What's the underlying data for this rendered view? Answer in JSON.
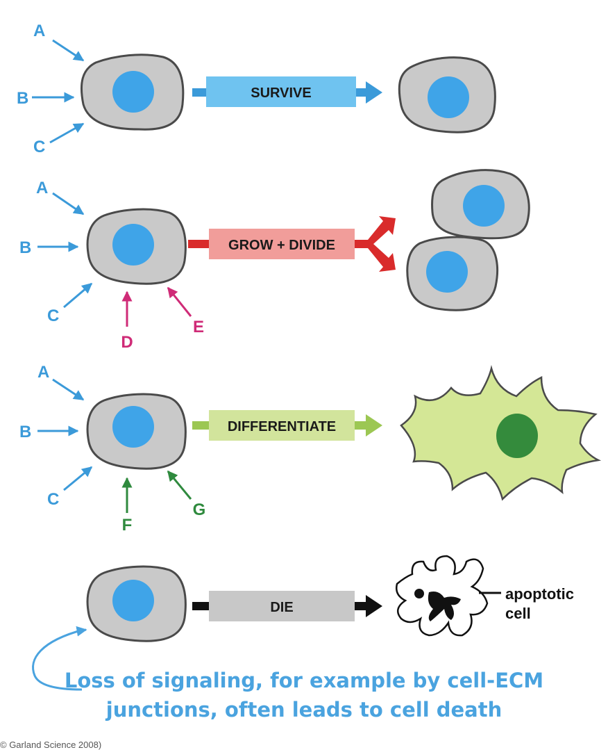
{
  "colors": {
    "signal_blue": "#3b9ad9",
    "signal_magenta": "#cf2b77",
    "signal_green": "#2f8a3e",
    "cell_fill": "#c9c9c9",
    "cell_stroke": "#4a4a4a",
    "nucleus": "#3fa4e8",
    "survive_box": "#6fc3f0",
    "grow_box": "#f19d9a",
    "grow_arrow": "#d92b2b",
    "diff_box": "#d2e49c",
    "diff_arrow": "#9cc753",
    "diff_cell": "#d4e796",
    "diff_nucleus": "#348b3c",
    "die_box": "#c8c8c8",
    "caption": "#4aa3df"
  },
  "rows": [
    {
      "id": "survive",
      "signals": [
        "A",
        "B",
        "C"
      ],
      "outcome": "SURVIVE"
    },
    {
      "id": "grow",
      "signals": [
        "A",
        "B",
        "C",
        "D",
        "E"
      ],
      "outcome": "GROW + DIVIDE"
    },
    {
      "id": "differentiate",
      "signals": [
        "A",
        "B",
        "C",
        "F",
        "G"
      ],
      "outcome": "DIFFERENTIATE"
    },
    {
      "id": "die",
      "signals": [],
      "outcome": "DIE"
    }
  ],
  "apoptotic_label": [
    "apoptotic",
    "cell"
  ],
  "caption": {
    "line1": "Loss of signaling, for example by cell-ECM",
    "line2": "junctions, often leads to cell death"
  },
  "credit": "© Garland Science 2008)"
}
